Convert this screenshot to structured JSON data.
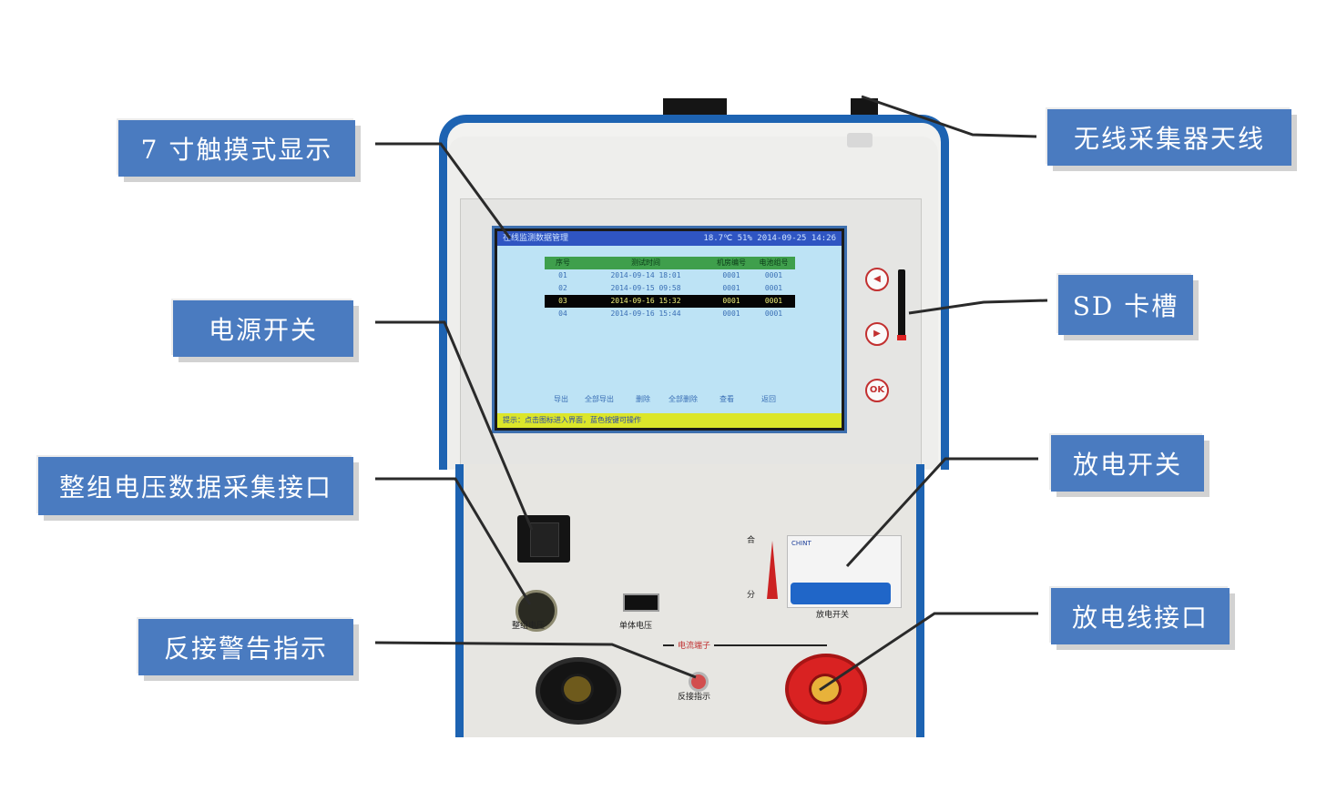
{
  "callouts": {
    "display": "7 寸触摸式显示",
    "power_switch": "电源开关",
    "voltage_port": "整组电压数据采集接口",
    "reverse_warning": "反接警告指示",
    "antenna": "无线采集器天线",
    "sd_slot": "SD 卡槽",
    "discharge_switch": "放电开关",
    "discharge_port": "放电线接口"
  },
  "screen": {
    "title": "在线监测数据管理",
    "status": "18.7℃   51%   2014-09-25 14:26",
    "columns": [
      "序号",
      "测试时间",
      "机房编号",
      "电池组号"
    ],
    "rows": [
      [
        "01",
        "2014-09-14 18:01",
        "0001",
        "0001"
      ],
      [
        "02",
        "2014-09-15 09:58",
        "0001",
        "0001"
      ],
      [
        "03",
        "2014-09-16 15:32",
        "0001",
        "0001"
      ],
      [
        "04",
        "2014-09-16 15:44",
        "0001",
        "0001"
      ]
    ],
    "footer_buttons": [
      "导出",
      "全部导出",
      "删除",
      "全部删除",
      "查看",
      "返回"
    ],
    "hint": "提示：点击图标进入界面，蓝色按键可操作"
  },
  "panel": {
    "ok_button": "OK",
    "label_voltage": "整组电压",
    "label_cell_voltage": "单体电压",
    "label_discharge_switch": "放电开关",
    "label_on": "合",
    "label_off": "分",
    "label_terminals": "电流端子",
    "label_reverse": "反接指示",
    "breaker_brand": "CHINT"
  },
  "colors": {
    "callout_bg": "#4a7bc0",
    "case_blue": "#1d63b2",
    "lcd_bg": "#bde3f5"
  }
}
